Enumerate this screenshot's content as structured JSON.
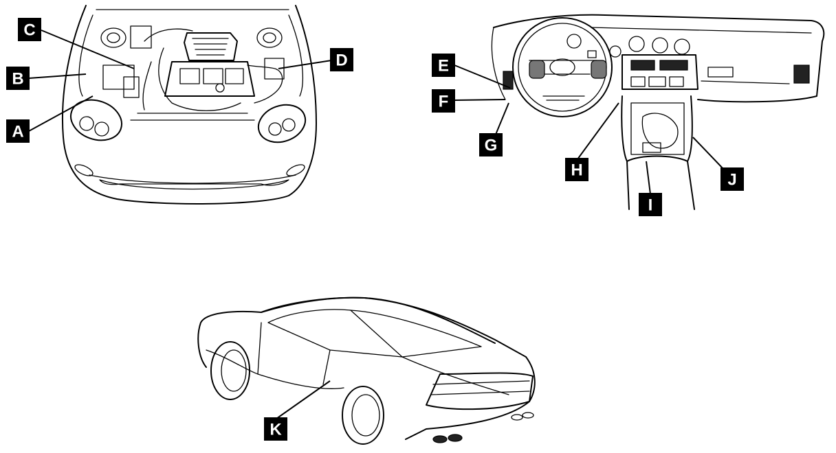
{
  "labels": {
    "a": "A",
    "b": "B",
    "c": "C",
    "d": "D",
    "e": "E",
    "f": "F",
    "g": "G",
    "h": "H",
    "i": "I",
    "j": "J",
    "k": "K"
  }
}
